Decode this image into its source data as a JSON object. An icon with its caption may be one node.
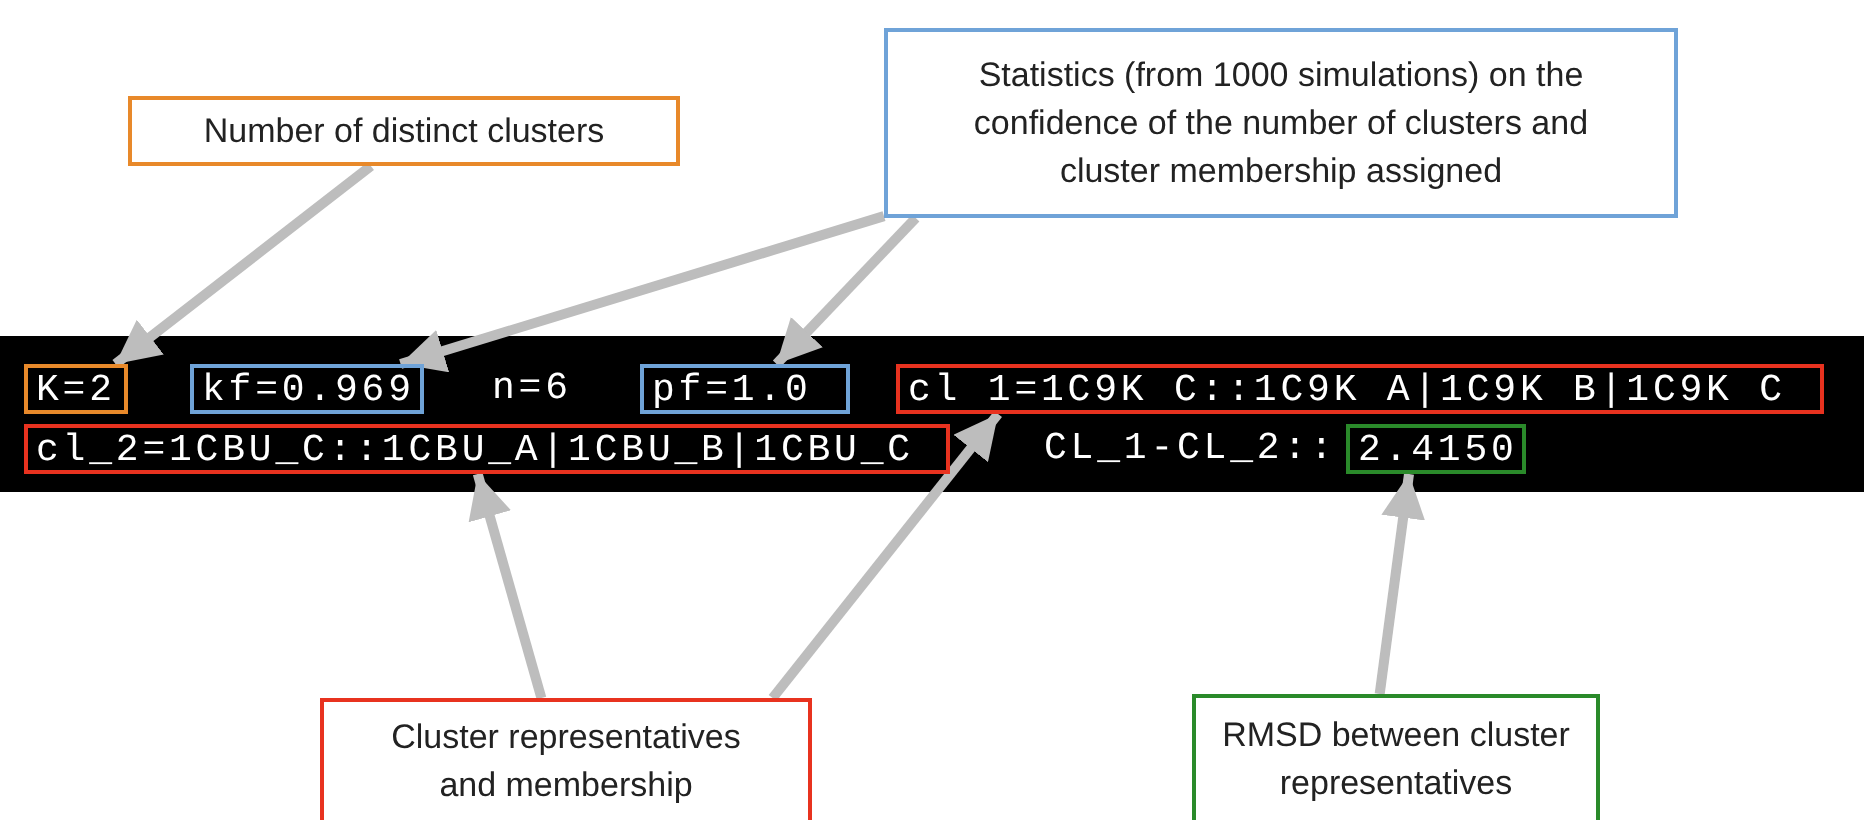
{
  "diagram": {
    "nodes": [
      {
        "text": [
          "Number of distinct clusters"
        ]
      },
      {
        "text": [
          "Statistics (from 1000 simulations) on the confidence of the number of clusters and cluster membership assigned"
        ]
      },
      {
        "text": [
          "K=2"
        ]
      },
      {
        "text": [
          "kf=0.969"
        ]
      },
      {
        "text": [
          "pf=1.0"
        ]
      },
      {
        "text": [
          "cl 1=1C9K C::1C9K A|1C9K B|1C9K C"
        ]
      },
      {
        "text": [
          "cl_2=1CBU_C::1CBU_A|1CBU_B|1CBU_C"
        ]
      },
      {
        "text": [
          "2.4150"
        ]
      },
      {
        "text": [
          "Cluster representatives and membership"
        ]
      },
      {
        "text": [
          "RMSD between cluster representatives"
        ]
      }
    ],
    "edges": [
      {
        "from": 0,
        "to": 2,
        "arrow": "to"
      },
      {
        "from": 1,
        "to": 3,
        "arrow": "to"
      },
      {
        "from": 1,
        "to": 4,
        "arrow": "to"
      },
      {
        "from": 8,
        "to": 6,
        "arrow": "to"
      },
      {
        "from": 8,
        "to": 5,
        "arrow": "to"
      },
      {
        "from": 9,
        "to": 7,
        "arrow": "to"
      }
    ],
    "labels": [
      "n=6",
      "CL_1-CL_2::"
    ]
  }
}
